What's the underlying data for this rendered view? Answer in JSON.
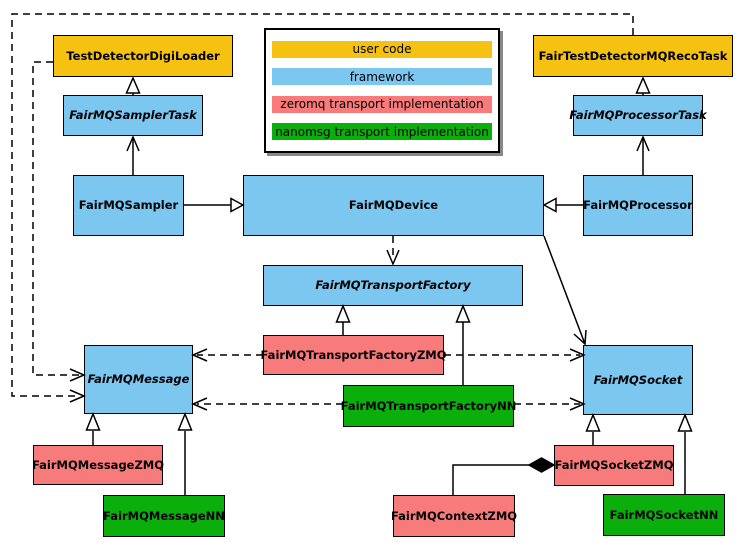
{
  "legend": {
    "items": [
      {
        "label": "user code",
        "color": "#F5C211"
      },
      {
        "label": "framework",
        "color": "#7CC7F0"
      },
      {
        "label": "zeromq transport implementation",
        "color": "#F87B7B"
      },
      {
        "label": "nanomsg transport implementation",
        "color": "#0BAF0B"
      }
    ]
  },
  "colors": {
    "user-code": "#F5C211",
    "framework": "#7CC7F0",
    "zeromq": "#F87B7B",
    "nanomsg": "#0BAF0B",
    "line": "#000000",
    "background": "#FFFFFF"
  },
  "nodes": {
    "testDetectorDigiLoader": {
      "label": "TestDetectorDigiLoader",
      "category": "user-code",
      "abstract": false
    },
    "fairTestDetectorMQRecoTask": {
      "label": "FairTestDetectorMQRecoTask",
      "category": "user-code",
      "abstract": false
    },
    "fairMQSamplerTask": {
      "label": "FairMQSamplerTask",
      "category": "framework",
      "abstract": true
    },
    "fairMQProcessorTask": {
      "label": "FairMQProcessorTask",
      "category": "framework",
      "abstract": true
    },
    "fairMQSampler": {
      "label": "FairMQSampler",
      "category": "framework",
      "abstract": false
    },
    "fairMQDevice": {
      "label": "FairMQDevice",
      "category": "framework",
      "abstract": false
    },
    "fairMQProcessor": {
      "label": "FairMQProcessor",
      "category": "framework",
      "abstract": false
    },
    "fairMQTransportFactory": {
      "label": "FairMQTransportFactory",
      "category": "framework",
      "abstract": true
    },
    "fairMQTransportFactoryZMQ": {
      "label": "FairMQTransportFactoryZMQ",
      "category": "zeromq",
      "abstract": false
    },
    "fairMQTransportFactoryNN": {
      "label": "FairMQTransportFactoryNN",
      "category": "nanomsg",
      "abstract": false
    },
    "fairMQMessage": {
      "label": "FairMQMessage",
      "category": "framework",
      "abstract": true
    },
    "fairMQSocket": {
      "label": "FairMQSocket",
      "category": "framework",
      "abstract": true
    },
    "fairMQMessageZMQ": {
      "label": "FairMQMessageZMQ",
      "category": "zeromq",
      "abstract": false
    },
    "fairMQMessageNN": {
      "label": "FairMQMessageNN",
      "category": "nanomsg",
      "abstract": false
    },
    "fairMQSocketZMQ": {
      "label": "FairMQSocketZMQ",
      "category": "zeromq",
      "abstract": false
    },
    "fairMQContextZMQ": {
      "label": "FairMQContextZMQ",
      "category": "zeromq",
      "abstract": false
    },
    "fairMQSocketNN": {
      "label": "FairMQSocketNN",
      "category": "nanomsg",
      "abstract": false
    }
  },
  "edges": [
    {
      "from": "fairMQSamplerTask",
      "to": "testDetectorDigiLoader",
      "type": "generalization",
      "style": "solid"
    },
    {
      "from": "fairMQProcessorTask",
      "to": "fairTestDetectorMQRecoTask",
      "type": "generalization",
      "style": "solid"
    },
    {
      "from": "fairMQSampler",
      "to": "fairMQSamplerTask",
      "type": "association",
      "style": "solid"
    },
    {
      "from": "fairMQProcessor",
      "to": "fairMQProcessorTask",
      "type": "association",
      "style": "solid"
    },
    {
      "from": "fairMQSampler",
      "to": "fairMQDevice",
      "type": "generalization",
      "style": "solid"
    },
    {
      "from": "fairMQProcessor",
      "to": "fairMQDevice",
      "type": "generalization",
      "style": "solid"
    },
    {
      "from": "fairMQDevice",
      "to": "fairMQTransportFactory",
      "type": "dependency",
      "style": "dashed"
    },
    {
      "from": "fairMQDevice",
      "to": "fairMQSocket",
      "type": "association",
      "style": "solid"
    },
    {
      "from": "fairMQTransportFactoryZMQ",
      "to": "fairMQTransportFactory",
      "type": "generalization",
      "style": "solid"
    },
    {
      "from": "fairMQTransportFactoryNN",
      "to": "fairMQTransportFactory",
      "type": "generalization",
      "style": "solid"
    },
    {
      "from": "fairMQTransportFactoryZMQ",
      "to": "fairMQMessage",
      "type": "dependency",
      "style": "dashed"
    },
    {
      "from": "fairMQTransportFactoryNN",
      "to": "fairMQMessage",
      "type": "dependency",
      "style": "dashed"
    },
    {
      "from": "fairMQTransportFactoryZMQ",
      "to": "fairMQSocket",
      "type": "dependency",
      "style": "dashed"
    },
    {
      "from": "fairMQTransportFactoryNN",
      "to": "fairMQSocket",
      "type": "dependency",
      "style": "dashed"
    },
    {
      "from": "testDetectorDigiLoader",
      "to": "fairMQMessage",
      "type": "dependency",
      "style": "dashed"
    },
    {
      "from": "fairTestDetectorMQRecoTask",
      "to": "fairMQMessage",
      "type": "dependency",
      "style": "dashed"
    },
    {
      "from": "fairMQMessageZMQ",
      "to": "fairMQMessage",
      "type": "generalization",
      "style": "solid"
    },
    {
      "from": "fairMQMessageNN",
      "to": "fairMQMessage",
      "type": "generalization",
      "style": "solid"
    },
    {
      "from": "fairMQSocketZMQ",
      "to": "fairMQSocket",
      "type": "generalization",
      "style": "solid"
    },
    {
      "from": "fairMQSocketNN",
      "to": "fairMQSocket",
      "type": "generalization",
      "style": "solid"
    },
    {
      "from": "fairMQContextZMQ",
      "to": "fairMQSocketZMQ",
      "type": "composition",
      "style": "solid"
    }
  ]
}
